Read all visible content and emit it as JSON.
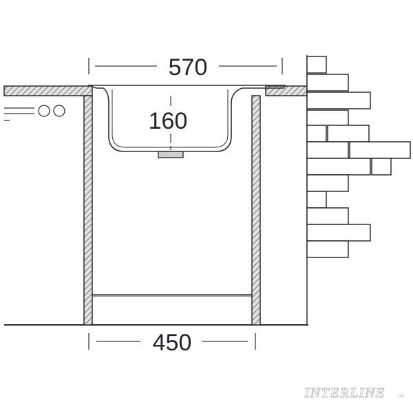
{
  "dimensions": {
    "sink_width": "570",
    "bowl_depth": "160",
    "cabinet_width": "450"
  },
  "watermark": {
    "brand": "INTERLINE",
    "suffix": ".ua"
  },
  "colors": {
    "line": "#2a2e35",
    "hatch_fill": "#d8d8d8",
    "dim_line": "#3a3a3a",
    "watermark": "#bdbdbd"
  }
}
